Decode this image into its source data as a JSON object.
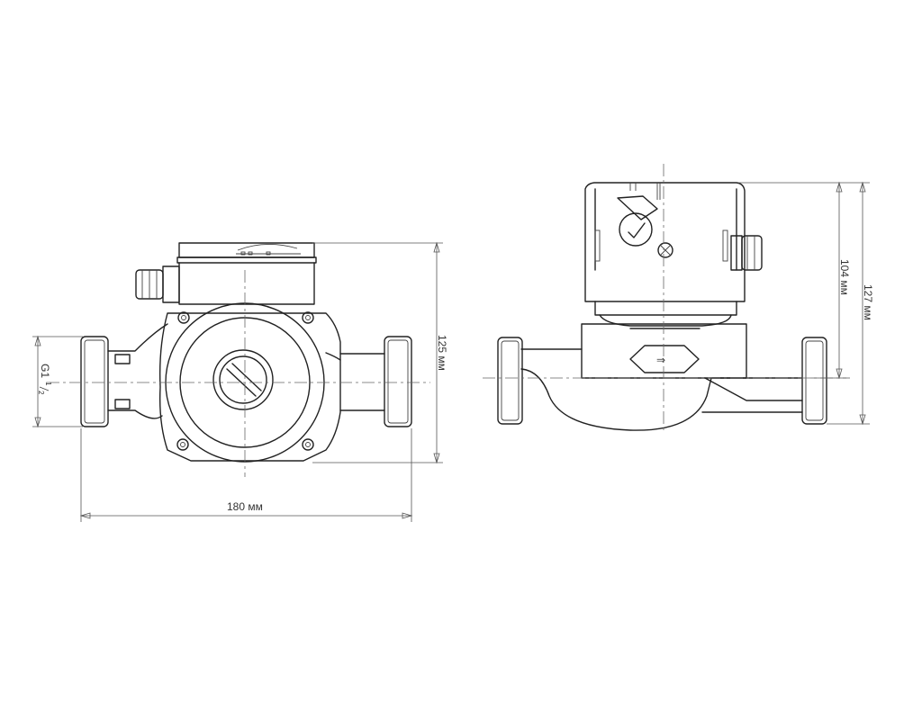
{
  "drawing": {
    "dimensions": {
      "length": "180 мм",
      "height_front": "125 мм",
      "height_side_body": "104 мм",
      "height_side_total": "127 мм",
      "thread_main": "G1",
      "thread_num": "1",
      "thread_den": "2"
    },
    "flow_arrow": "⇒",
    "colors": {
      "line": "#222222",
      "dimension": "#555555",
      "background": "#ffffff"
    }
  }
}
